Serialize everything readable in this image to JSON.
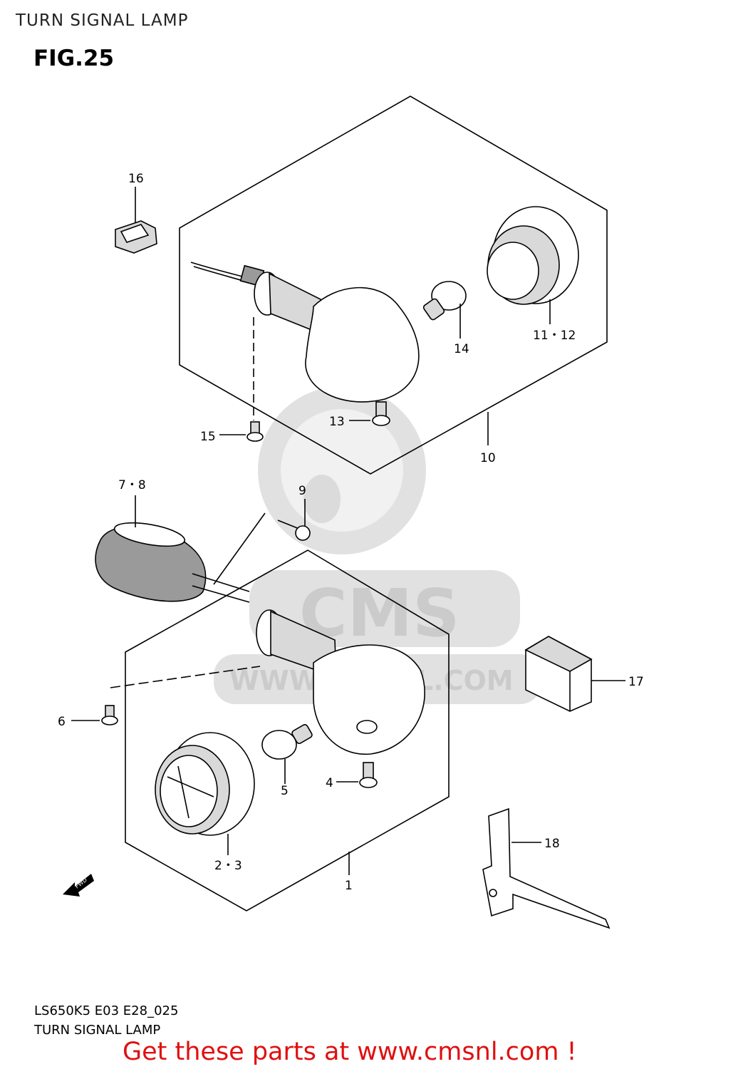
{
  "header": {
    "title": "TURN SIGNAL LAMP"
  },
  "figure": {
    "title": "FIG.25"
  },
  "callouts": {
    "c1": "1",
    "c2_3": "2・3",
    "c4": "4",
    "c5": "5",
    "c6": "6",
    "c7_8": "7・8",
    "c9": "9",
    "c10": "10",
    "c11_12": "11・12",
    "c13": "13",
    "c14": "14",
    "c15": "15",
    "c16": "16",
    "c17": "17",
    "c18": "18"
  },
  "fwd_arrow": {
    "label": "FWD"
  },
  "watermark": {
    "brand": "CMS",
    "url": "WWW.CMSNL.COM"
  },
  "footer": {
    "code": "LS650K5 E03 E28_025",
    "title": "TURN SIGNAL LAMP",
    "cta": "Get these parts at www.cmsnl.com !"
  },
  "colors": {
    "cta": "#e01010",
    "line": "#000000",
    "watermark": "#c8c8c8"
  }
}
